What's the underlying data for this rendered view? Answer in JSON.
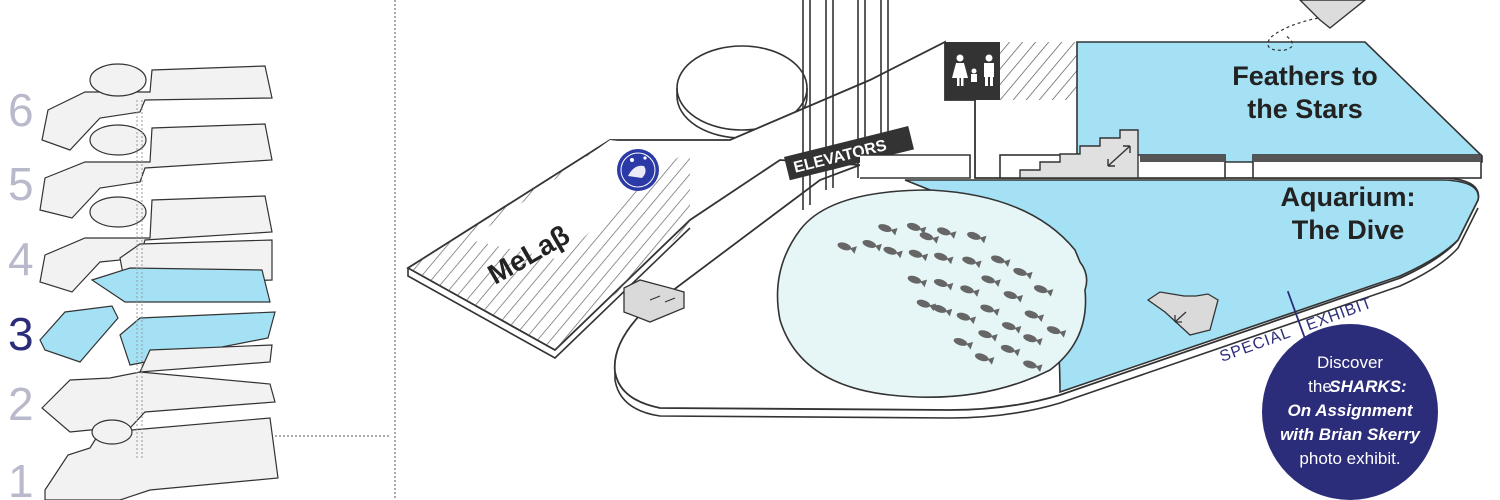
{
  "floor_selector": {
    "floors": [
      "6",
      "5",
      "4",
      "3",
      "2",
      "1"
    ],
    "current_floor": "3"
  },
  "areas": {
    "feathers": {
      "line1": "Feathers to",
      "line2": "the Stars"
    },
    "aquarium": {
      "line1": "Aquarium:",
      "line2": "The Dive"
    },
    "melab": "MeLaβ",
    "elevators": "ELEVATORS"
  },
  "special_exhibit": {
    "word1": "SPECIAL",
    "word2": "EXHIBIT",
    "line1": "Discover",
    "line2a": "the ",
    "line2b": "SHARKS:",
    "line3": "On Assignment",
    "line4": "with Brian Skerry",
    "line5": "photo exhibit."
  },
  "icons": [
    "family-restroom-icon",
    "hand-wash-icon",
    "stairs-icon",
    "paper-plane-icon"
  ],
  "colors": {
    "exhibit_blue": "#a5e1f5",
    "tank": "#e6f6f7",
    "accent_navy": "#2b2d7a",
    "inactive_floor_number": "#b9b9cc",
    "restroom_bg": "#333333"
  }
}
